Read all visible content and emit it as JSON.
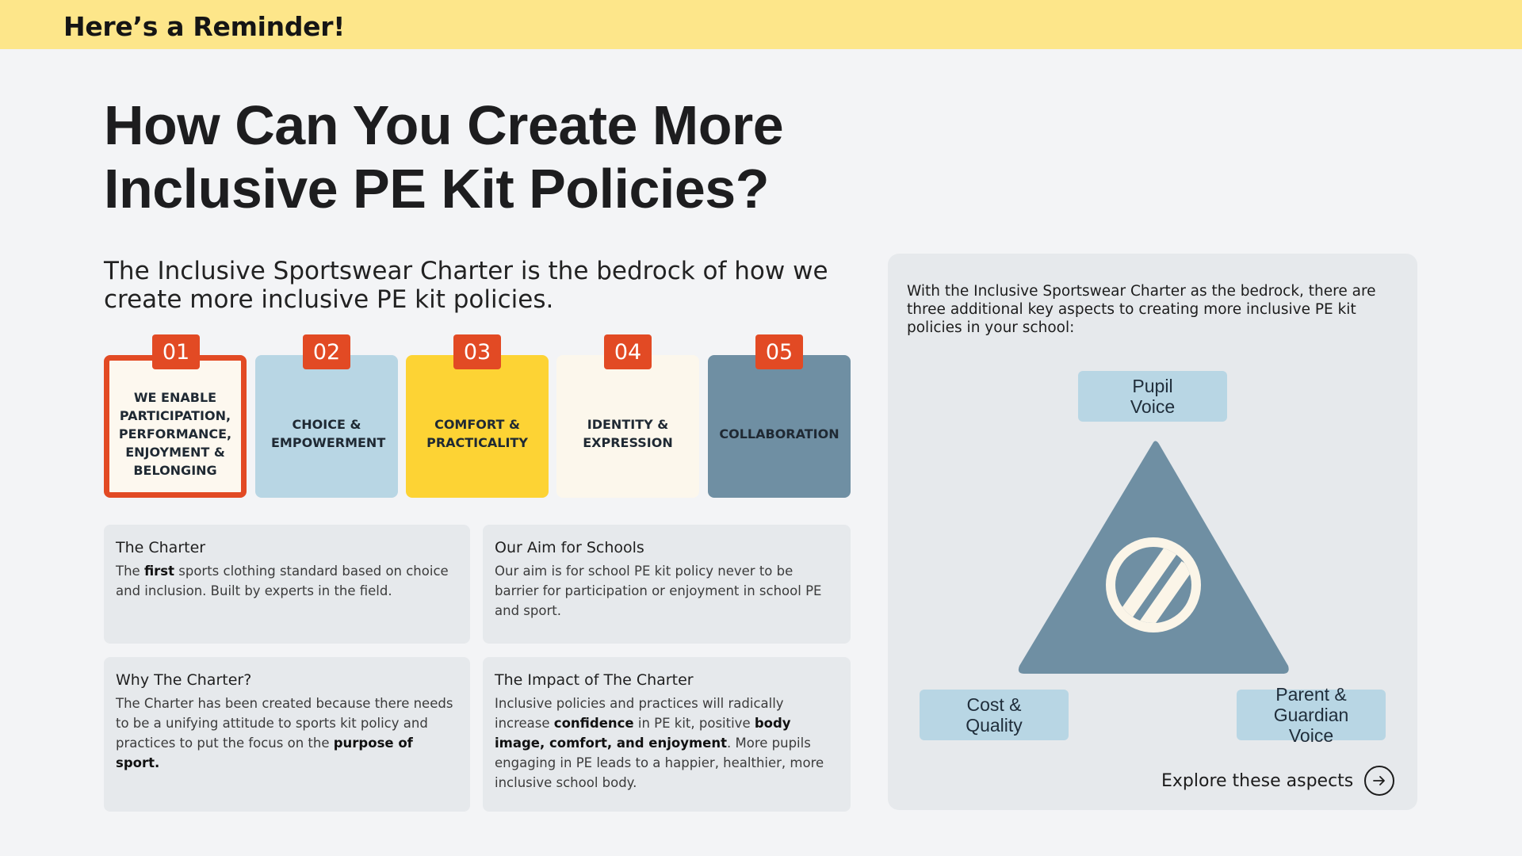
{
  "banner": {
    "text": "Here’s a Reminder!"
  },
  "page": {
    "title": "How Can You Create More Inclusive PE Kit Policies?",
    "lead": "The Inclusive Sportswear Charter is the bedrock of how we create more inclusive PE kit policies."
  },
  "pillars": [
    {
      "number": "01",
      "label": "WE ENABLE PARTICIPATION, PERFORMANCE, ENJOYMENT & BELONGING",
      "color": "#fdf8ef"
    },
    {
      "number": "02",
      "label": "CHOICE & EMPOWERMENT",
      "color": "#b8d6e4"
    },
    {
      "number": "03",
      "label": "COMFORT & PRACTICALITY",
      "color": "#fdd334"
    },
    {
      "number": "04",
      "label": "IDENTITY & EXPRESSION",
      "color": "#fcf7ec"
    },
    {
      "number": "05",
      "label": "COLLABORATION",
      "color": "#6f8fa3"
    }
  ],
  "cards": {
    "charter": {
      "title": "The Charter",
      "body_parts": [
        "The ",
        "first",
        " sports clothing standard based on choice and inclusion. Built by experts in the field."
      ]
    },
    "aim": {
      "title": "Our Aim for Schools",
      "body": "Our aim is for school PE kit policy never to be barrier for participation or enjoyment in school PE and sport."
    },
    "why": {
      "title": "Why The Charter?",
      "body_parts": [
        "The Charter has been created because there needs to be a unifying attitude to sports kit policy and practices to put the focus on the ",
        "purpose of sport."
      ]
    },
    "impact": {
      "title": "The Impact of The Charter",
      "body_parts": [
        "Inclusive policies and practices will radically increase ",
        "confidence",
        " in PE kit, positive ",
        "body image, comfort, and enjoyment",
        ". More pupils engaging in PE leads to a happier, healthier, more inclusive school body."
      ]
    }
  },
  "aspects_panel": {
    "intro": "With the Inclusive Sportswear Charter as the bedrock, there are three additional key aspects to creating more inclusive PE kit policies in your school:",
    "aspects": {
      "pupil": "Pupil Voice",
      "cost": "Cost & Quality",
      "parent": "Parent & Guardian Voice"
    },
    "explore_label": "Explore these aspects",
    "explore_icon": "arrow-right-circle-icon"
  },
  "colors": {
    "banner": "#fde68a",
    "accent_red": "#e24a24",
    "triangle": "#6f8fa3",
    "aspect_box": "#b8d6e4",
    "logo": "#fbf5e8"
  }
}
